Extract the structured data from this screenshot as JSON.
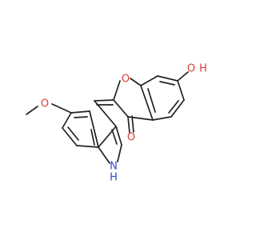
{
  "molecule": {
    "atom_labels": {
      "oxygen_ring": "O",
      "oxygen_hydroxyl": "O",
      "hydrogen_hydroxyl": "H",
      "oxygen_carbonyl": "O",
      "oxygen_methoxy": "O",
      "nitrogen": "N",
      "hydrogen_nitrogen": "H"
    },
    "colors": {
      "bond": "#222222",
      "oxygen": "#e03c2f",
      "nitrogen": "#2c49d6"
    }
  }
}
